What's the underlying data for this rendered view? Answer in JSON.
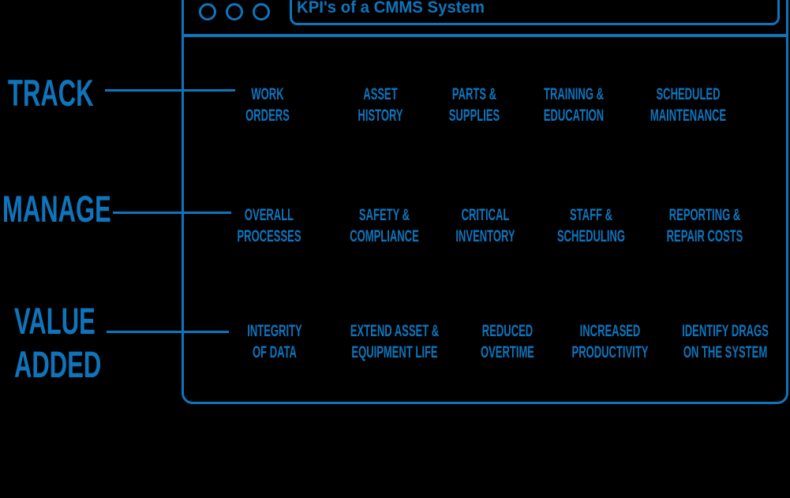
{
  "accent_color": "#0E75BD",
  "background_color": "#000000",
  "window": {
    "title": "KPI's of a CMMS System",
    "icons": {
      "window_buttons": "circle-outline"
    }
  },
  "rows": [
    {
      "label_lines": [
        "TRACK"
      ],
      "items": [
        {
          "line1": "WORK",
          "line2": "ORDERS"
        },
        {
          "line1": "ASSET",
          "line2": "HISTORY"
        },
        {
          "line1": "PARTS &",
          "line2": "SUPPLIES"
        },
        {
          "line1": "TRAINING &",
          "line2": "EDUCATION"
        },
        {
          "line1": "SCHEDULED",
          "line2": "MAINTENANCE"
        }
      ]
    },
    {
      "label_lines": [
        "MANAGE"
      ],
      "items": [
        {
          "line1": "OVERALL",
          "line2": "PROCESSES"
        },
        {
          "line1": "SAFETY &",
          "line2": "COMPLIANCE"
        },
        {
          "line1": "CRITICAL",
          "line2": "INVENTORY"
        },
        {
          "line1": "STAFF &",
          "line2": "SCHEDULING"
        },
        {
          "line1": "REPORTING &",
          "line2": "REPAIR COSTS"
        }
      ]
    },
    {
      "label_lines": [
        "VALUE",
        "ADDED"
      ],
      "items": [
        {
          "line1": "INTEGRITY",
          "line2": "OF DATA"
        },
        {
          "line1": "EXTEND ASSET &",
          "line2": "EQUIPMENT LIFE"
        },
        {
          "line1": "REDUCED",
          "line2": "OVERTIME"
        },
        {
          "line1": "INCREASED",
          "line2": "PRODUCTIVITY"
        },
        {
          "line1": "IDENTIFY DRAGS",
          "line2": "ON THE SYSTEM"
        }
      ]
    }
  ]
}
